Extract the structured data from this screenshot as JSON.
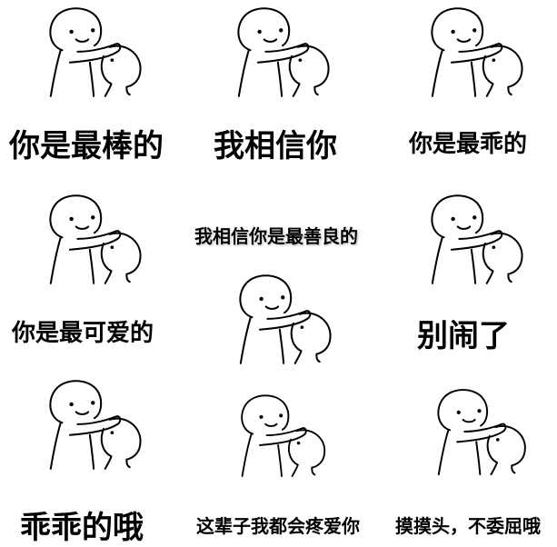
{
  "grid": {
    "rows": 3,
    "columns": 3,
    "background": "#ffffff",
    "ink_color": "#000000"
  },
  "panels": [
    {
      "row": 1,
      "col": 1,
      "caption": "你是最棒的",
      "figure": "head-pat-figure"
    },
    {
      "row": 1,
      "col": 2,
      "caption": "我相信你",
      "figure": "head-pat-figure"
    },
    {
      "row": 1,
      "col": 3,
      "caption": "你是最乖的",
      "figure": "head-pat-figure"
    },
    {
      "row": 2,
      "col": 1,
      "caption": "你是最可爱的",
      "figure": "head-pat-figure"
    },
    {
      "row": 2,
      "col": 2,
      "caption": "我相信你是最善良的",
      "figure": "head-pat-figure"
    },
    {
      "row": 2,
      "col": 3,
      "caption": "别闹了",
      "figure": "head-pat-figure"
    },
    {
      "row": 3,
      "col": 1,
      "caption": "乖乖的哦",
      "figure": "head-pat-figure"
    },
    {
      "row": 3,
      "col": 2,
      "caption": "这辈子我都会疼爱你",
      "figure": "head-pat-figure"
    },
    {
      "row": 3,
      "col": 3,
      "caption": "摸摸头，不委屈哦",
      "figure": "head-pat-figure"
    }
  ]
}
